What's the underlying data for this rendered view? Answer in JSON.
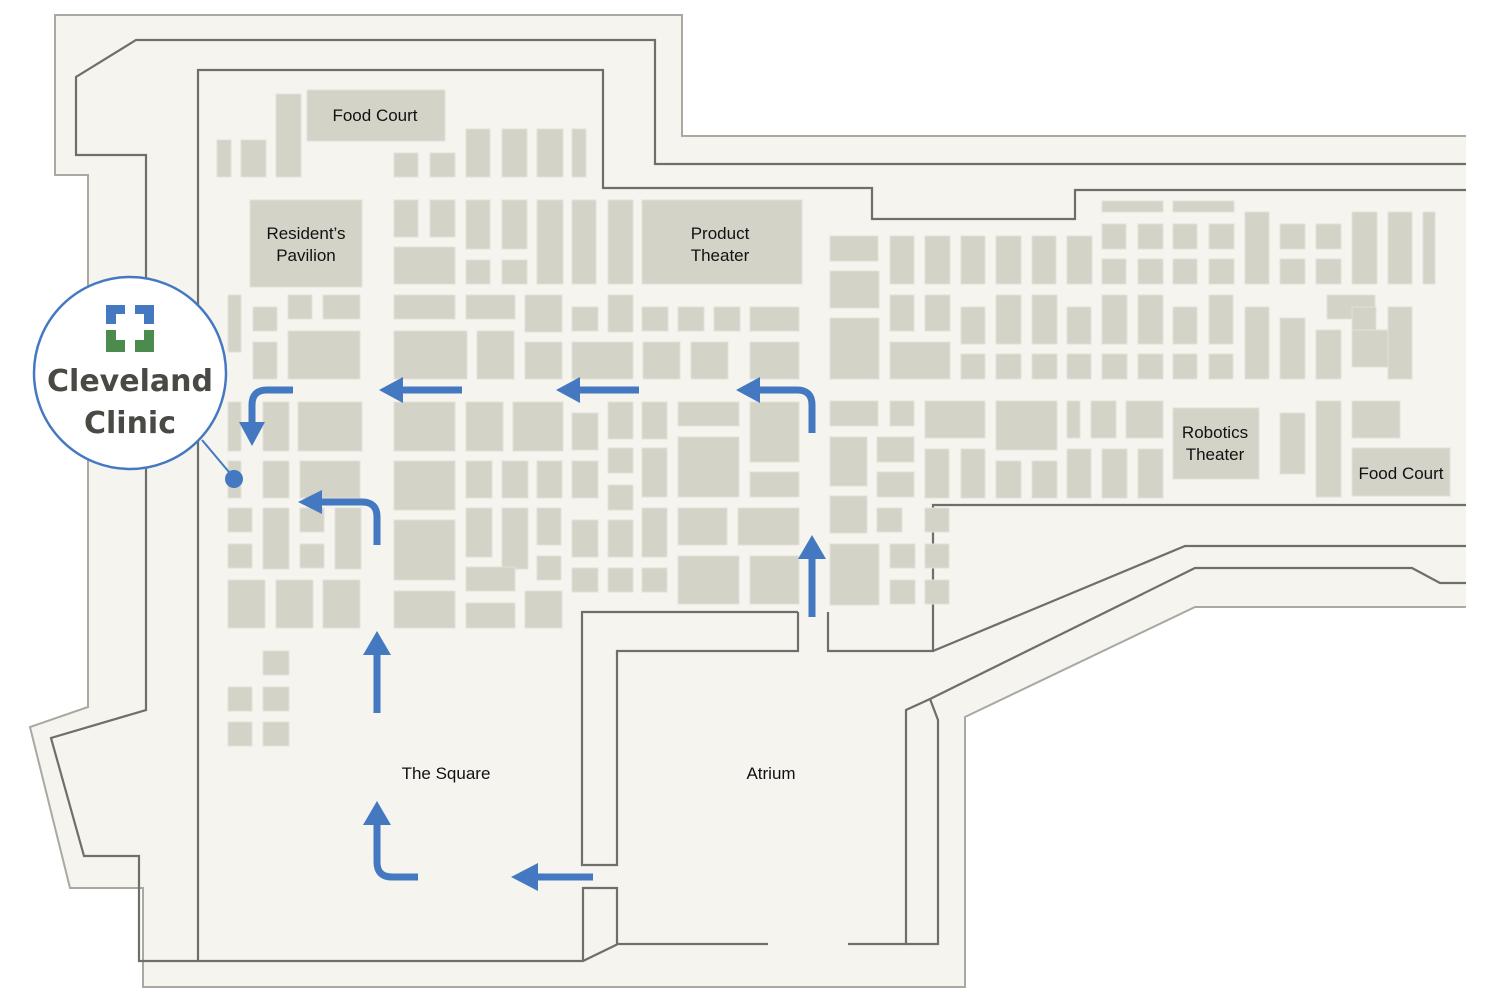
{
  "map": {
    "areas": [
      {
        "id": "food-court-west",
        "lines": [
          "Food Court"
        ]
      },
      {
        "id": "residents-pavilion",
        "lines": [
          "Resident’s",
          "Pavilion"
        ]
      },
      {
        "id": "product-theater",
        "lines": [
          "Product",
          "Theater"
        ]
      },
      {
        "id": "robotics-theater",
        "lines": [
          "Robotics",
          "Theater"
        ]
      },
      {
        "id": "food-court-east",
        "lines": [
          "Food Court"
        ]
      },
      {
        "id": "the-square",
        "lines": [
          "The Square"
        ]
      },
      {
        "id": "atrium",
        "lines": [
          "Atrium"
        ]
      }
    ],
    "callout": {
      "brand_line1": "Cleveland",
      "brand_line2": "Clinic",
      "logo": "cleveland-clinic-cross-logo"
    },
    "route": {
      "color": "#4479c2",
      "description": "Blue arrows from the Atrium through The Square to the Cleveland Clinic booth"
    },
    "colors": {
      "floor": "#f5f4ee",
      "booth": "#d3d3c7",
      "wall": "#6e6e6a",
      "logo_blue": "#4479c2",
      "logo_green": "#4b8b4e",
      "text": "#111111"
    }
  }
}
